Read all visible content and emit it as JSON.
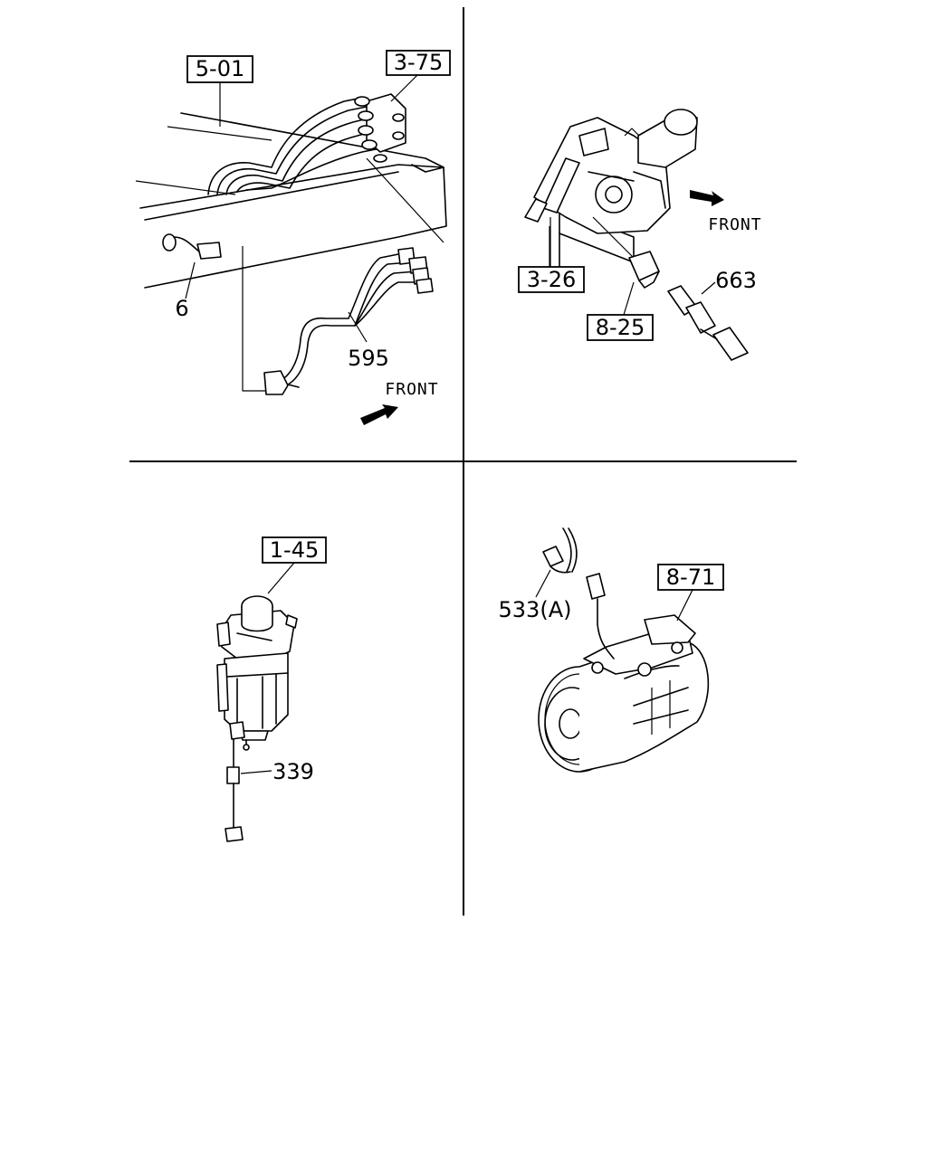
{
  "callouts": {
    "q1": {
      "box_a": "5-01",
      "box_b": "3-75",
      "num_a": "6",
      "num_b": "595",
      "front": "FRONT"
    },
    "q2": {
      "box_a": "3-26",
      "box_b": "8-25",
      "num_a": "663",
      "front": "FRONT"
    },
    "q3": {
      "box_a": "1-45",
      "num_a": "339"
    },
    "q4": {
      "box_a": "8-71",
      "num_a": "533(A)"
    }
  },
  "colors": {
    "ink": "#000000",
    "paper": "#ffffff"
  }
}
